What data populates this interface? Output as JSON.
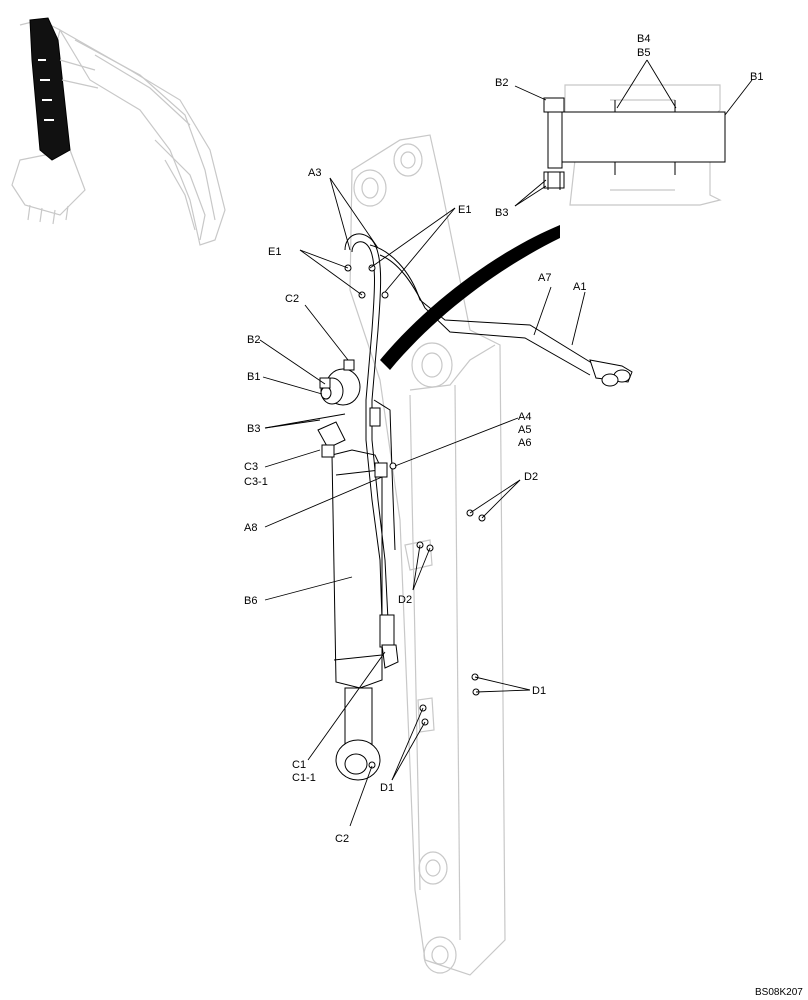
{
  "drawing_code": "BS08K207",
  "callouts": {
    "A1": "A1",
    "A3": "A3",
    "A4": "A4",
    "A5": "A5",
    "A6": "A6",
    "A7": "A7",
    "A8": "A8",
    "B1": "B1",
    "B2": "B2",
    "B3": "B3",
    "B4": "B4",
    "B5": "B5",
    "B6": "B6",
    "C1": "C1",
    "C1_1": "C1-1",
    "C2": "C2",
    "C3": "C3",
    "C3_1": "C3-1",
    "D1": "D1",
    "D2": "D2",
    "E1": "E1"
  }
}
